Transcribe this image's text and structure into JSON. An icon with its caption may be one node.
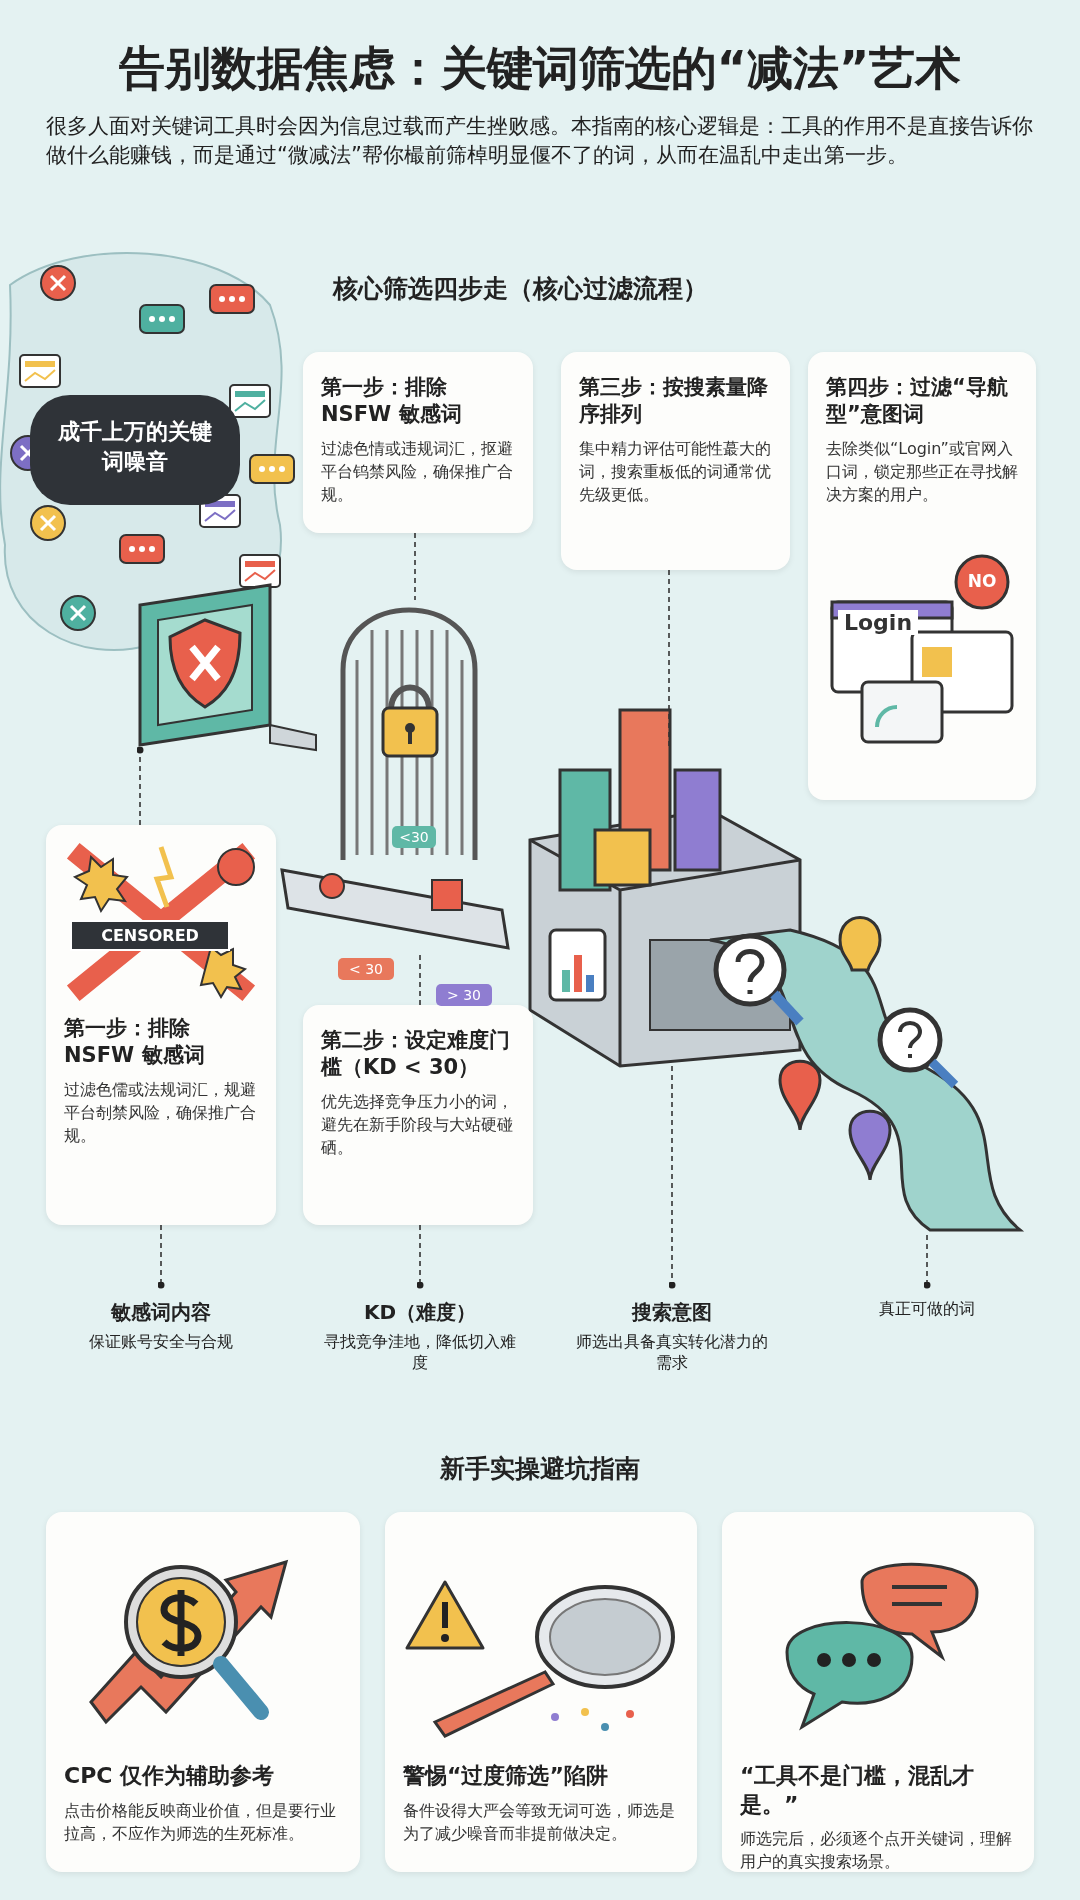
{
  "diagram": {
    "title": "告别数据焦虑：关键词筛选的“减法”艺术",
    "nodes": [
      {
        "text": [
          "成千上万的关键词噪音"
        ]
      },
      {
        "text": [
          "第一步：排除 NSFW 敏感词",
          "过滤色情或违规词汇，抠避平台钨禁风险，确保推广合规。"
        ]
      },
      {
        "text": [
          "第三步：按搜素量降序排列",
          "集中精力评估可能性蕞大的词，搜索重板低的词通常优先级更低。"
        ]
      },
      {
        "text": [
          "第四步：过滤“导航型”意图词",
          "去除类似“Login”或官网入口词，锁定那些正在寻找解决方案的用户。"
        ]
      },
      {
        "text": [
          "第一步：排除 NSFW 敏感词",
          "过滤色儒或法规词汇，规避平台剞禁风险，确保推广合规。"
        ]
      },
      {
        "text": [
          "第二步：设定难度门槛（KD < 30）",
          "优先选择竞争压力小的词，避先在新手阶段与大站硬碰硒。"
        ]
      },
      {
        "text": [
          "敏感词内容",
          "保证账号安全与合规"
        ]
      },
      {
        "text": [
          "KD（难度）",
          "寻找竞争洼地，降低切入难度"
        ]
      },
      {
        "text": [
          "搜索意图",
          "师选出具备真实转化潜力的需求"
        ]
      },
      {
        "text": [
          "真正可做的词"
        ]
      },
      {
        "text": [
          "CPC 仅作为辅助参考",
          "点击价格能反映商业价值，但是要行业拉高，不应作为师选的生死标准。"
        ]
      },
      {
        "text": [
          "警惕“过度筛选”陷阱",
          "备件设得大严会等致无词可选，师选是为了减少噪音而非提前做决定。"
        ]
      },
      {
        "text": [
          "“工具不是门槛，混乱才是。”",
          "师选完后，必须逐个点开关键词，理解用户的真实搜索场景。"
        ]
      },
      {
        "text": [],
        "shape": "picture"
      },
      {
        "text": [],
        "shape": "picture"
      },
      {
        "text": [],
        "shape": "picture"
      },
      {
        "text": [],
        "shape": "picture"
      },
      {
        "text": [],
        "shape": "picture"
      }
    ],
    "edges": [
      {
        "from": 1,
        "to": 14,
        "arrow": "none",
        "style": "dashed"
      },
      {
        "from": 2,
        "to": 15,
        "arrow": "none",
        "style": "dashed"
      },
      {
        "from": 4,
        "to": 13,
        "arrow": "other",
        "style": "dashed"
      },
      {
        "from": 5,
        "to": 16,
        "arrow": "none",
        "style": "dashed"
      },
      {
        "from": 4,
        "to": 6,
        "arrow": "other",
        "style": "dashed"
      },
      {
        "from": 5,
        "to": 7,
        "arrow": "other",
        "style": "dashed"
      },
      {
        "from": 15,
        "to": 8,
        "arrow": "other",
        "style": "dashed"
      },
      {
        "from": 17,
        "to": 9,
        "arrow": "other",
        "style": "dashed"
      }
    ],
    "labels": [
      "很多人面对关键词工具时会因为信息过载而产生挫败感。本指南的核心逻辑是：工具的作用不是直接告诉你做什么能赚钱，而是通过“微减法”帮你樶前筛棹明显偃不了的词，从而在温乱中走出第一步。",
      "核心筛选四步走（核心过滤流程）",
      "NO",
      "Login",
      "<30",
      "CENSORED",
      "< 30",
      "> 30",
      "新手实操避坑指南"
    ]
  }
}
